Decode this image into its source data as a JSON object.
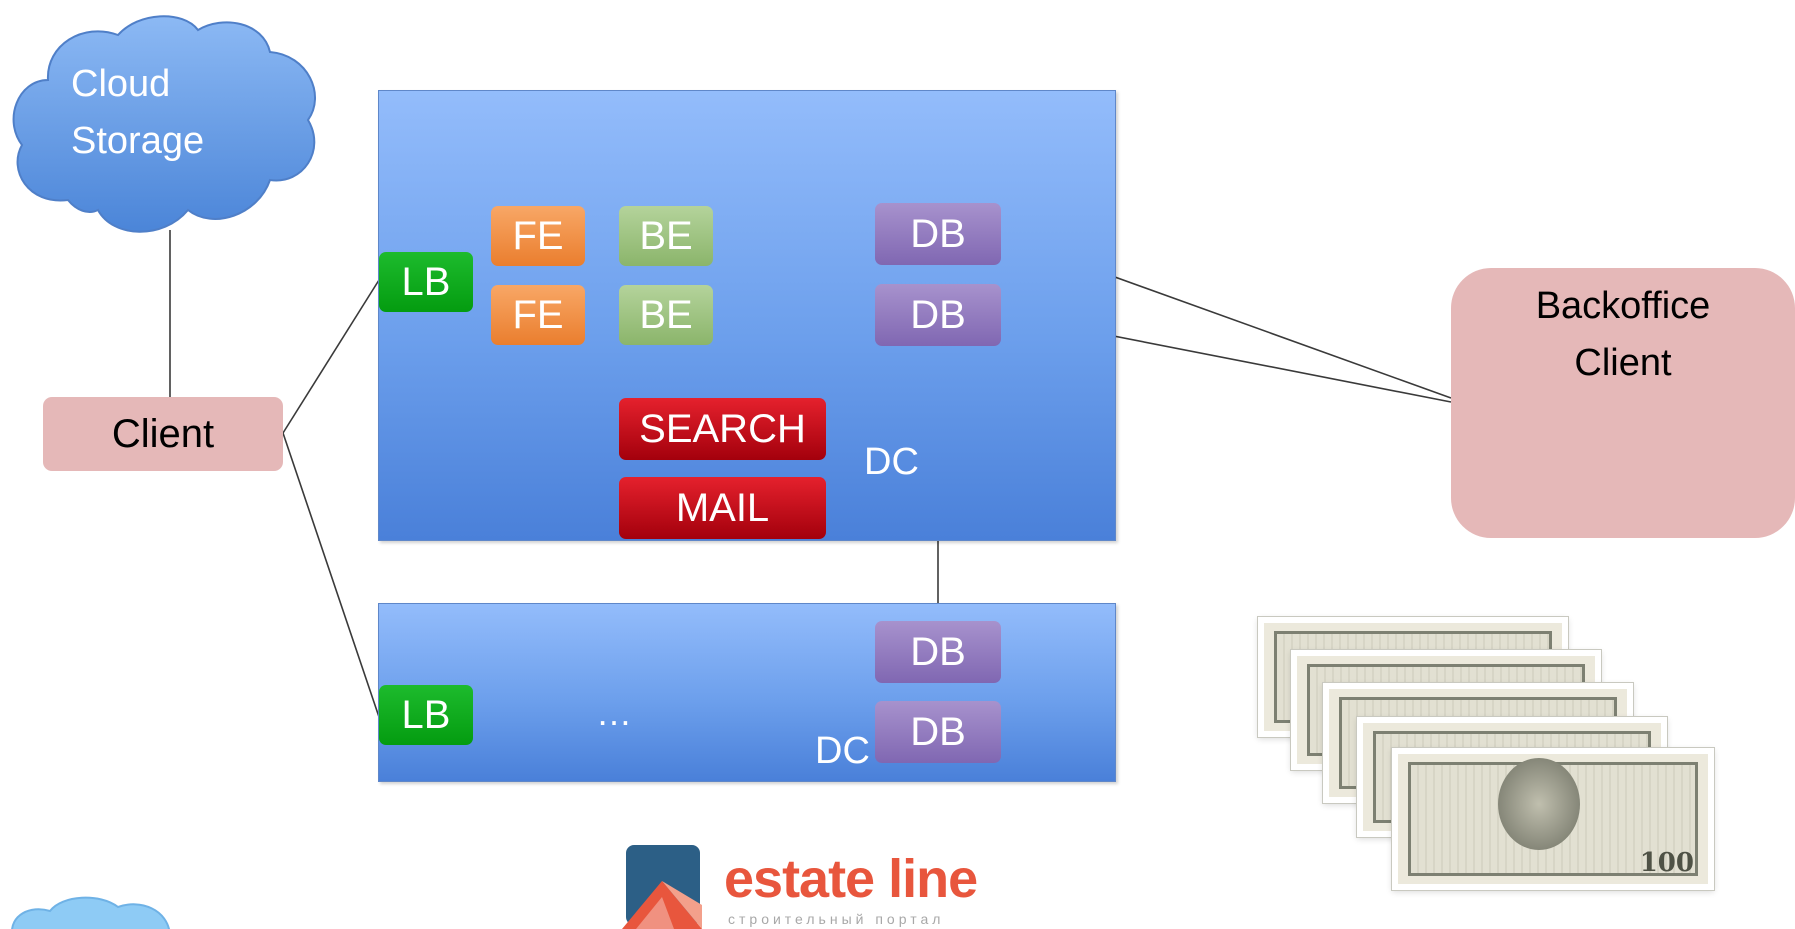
{
  "cloud": {
    "line1": "Cloud",
    "line2": "Storage"
  },
  "client": {
    "label": "Client"
  },
  "backoffice": {
    "line1": "Backoffice",
    "line2": "Client"
  },
  "dc1": {
    "label": "DC",
    "lb": "LB",
    "fe": [
      "FE",
      "FE"
    ],
    "be": [
      "BE",
      "BE"
    ],
    "db": [
      "DB",
      "DB"
    ],
    "search": "SEARCH",
    "mail": "MAIL"
  },
  "dc2": {
    "label": "DC",
    "lb": "LB",
    "ellipsis": "…",
    "db": [
      "DB",
      "DB"
    ]
  },
  "logo": {
    "name": "estate line",
    "tagline": "строительный портал"
  },
  "money": {
    "denomination": "100"
  },
  "colors": {
    "lb": "#049c10",
    "fe": "#ea7e2e",
    "be": "#8bb56b",
    "db": "#8067b2",
    "service": "#c4101b",
    "client": "#e5b8b8",
    "dc": "#6c9fec"
  }
}
